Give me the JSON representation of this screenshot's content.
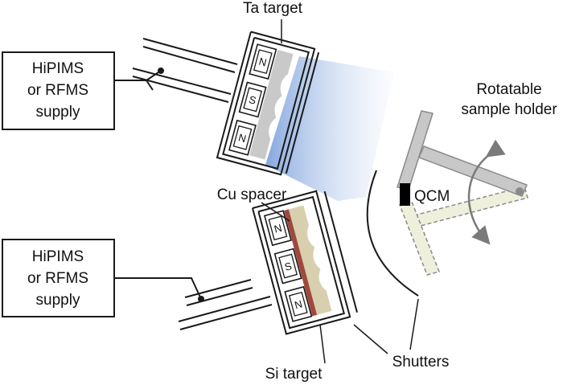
{
  "labels": {
    "ta_target": "Ta target",
    "cu_spacer": "Cu spacer",
    "si_target": "Si target",
    "shutters": "Shutters",
    "qcm": "QCM",
    "holder_line1": "Rotatable",
    "holder_line2": "sample holder"
  },
  "supplies": [
    {
      "line1": "HiPIMS",
      "line2": "or RFMS",
      "line3": "supply"
    },
    {
      "line1": "HiPIMS",
      "line2": "or RFMS",
      "line3": "supply"
    }
  ],
  "magnets": {
    "north": "N",
    "south": "S"
  },
  "colors": {
    "plasma": "#8fb0e0",
    "ta_target": "#c9c9c9",
    "si_target": "#d8cfae",
    "cu_spacer": "#a0483e",
    "holder": "#c8c8c8",
    "holder_alt": "#eef0dc",
    "qcm": "#000000"
  }
}
